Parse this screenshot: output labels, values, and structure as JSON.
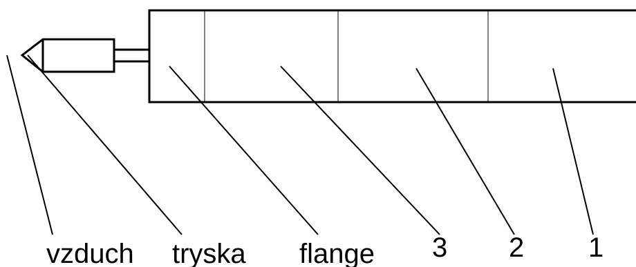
{
  "diagram": {
    "labels": {
      "vzduch": "vzduch",
      "tryska": "tryska",
      "flange": "flange",
      "zone3": "3",
      "zone2": "2",
      "zone1": "1"
    },
    "colors": {
      "stroke": "#000000",
      "background": "#ffffff"
    }
  }
}
